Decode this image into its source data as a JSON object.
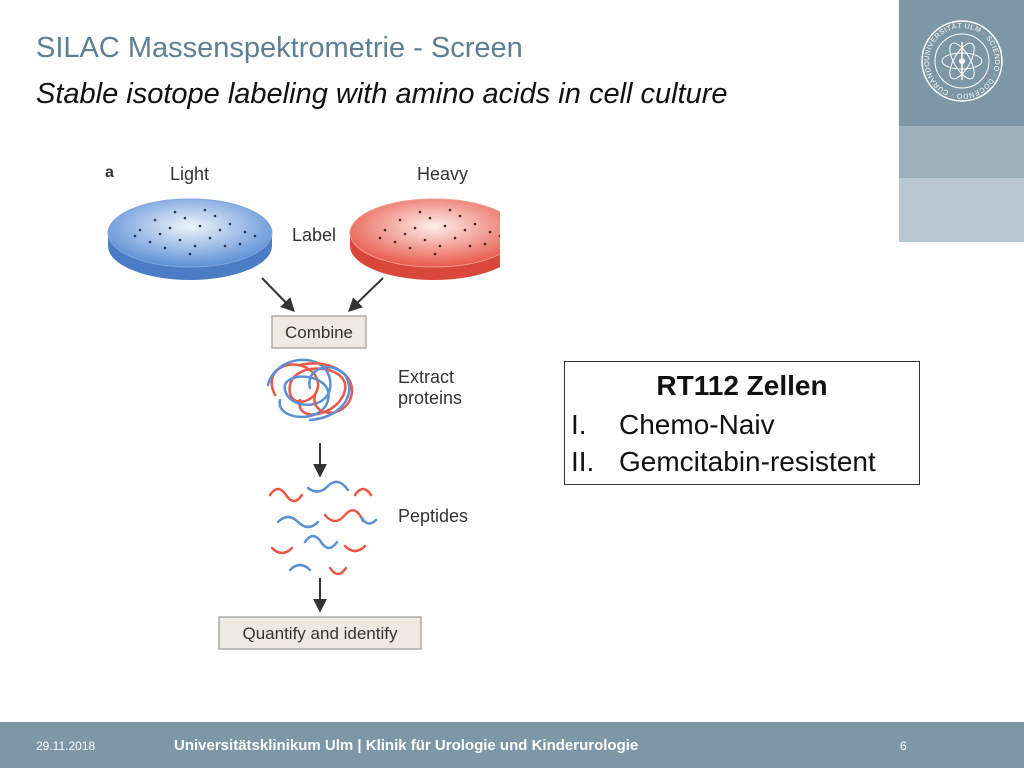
{
  "slide": {
    "title": "SILAC Massenspektrometrie - Screen",
    "subtitle": "Stable isotope labeling with amino acids in cell culture"
  },
  "figure": {
    "panel_letter": "a",
    "light_label": "Light",
    "heavy_label": "Heavy",
    "label_step": "Label",
    "combine_step": "Combine",
    "extract_step_line1": "Extract",
    "extract_step_line2": "proteins",
    "peptides_step": "Peptides",
    "quantify_step": "Quantify and identify",
    "colors": {
      "light": "#5b8fd6",
      "heavy": "#e8594a"
    }
  },
  "info_box": {
    "title": "RT112 Zellen",
    "items": [
      {
        "num": "I.",
        "text": "Chemo-Naiv"
      },
      {
        "num": "II.",
        "text": "Gemcitabin-resistent"
      }
    ]
  },
  "footer": {
    "date": "29.11.2018",
    "institution": "Universitätsklinikum Ulm | Klinik für Urologie und Kinderurologie",
    "page": "6"
  },
  "logo": {
    "text": "UNIVERSITÄT ULM · SCIENDO · DOCENDO · CURANDO ·"
  }
}
